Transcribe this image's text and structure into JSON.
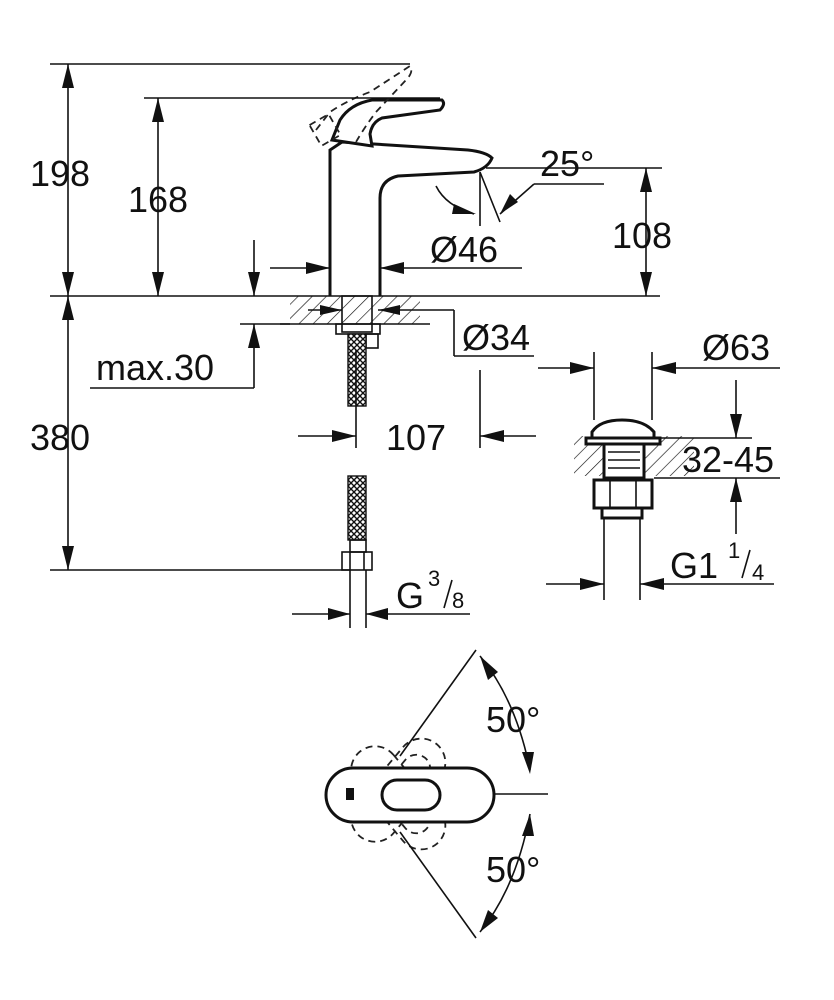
{
  "dimensions": {
    "total_height": "198",
    "spout_height": "168",
    "spout_angle": "25°",
    "spout_reach_height": "108",
    "body_diameter": "Ø46",
    "hole_diameter": "Ø34",
    "deck_thickness": "max.30",
    "hose_length": "380",
    "spout_projection": "107",
    "waste_diameter": "Ø63",
    "waste_range": "32-45",
    "hose_thread_main": "G",
    "hose_thread_num": "3",
    "hose_thread_den": "8",
    "waste_thread_main": "G1",
    "waste_thread_num": "1",
    "waste_thread_den": "4",
    "lever_angle_left": "50°",
    "lever_angle_right": "50°"
  },
  "colors": {
    "line": "#111111",
    "background": "#ffffff"
  }
}
